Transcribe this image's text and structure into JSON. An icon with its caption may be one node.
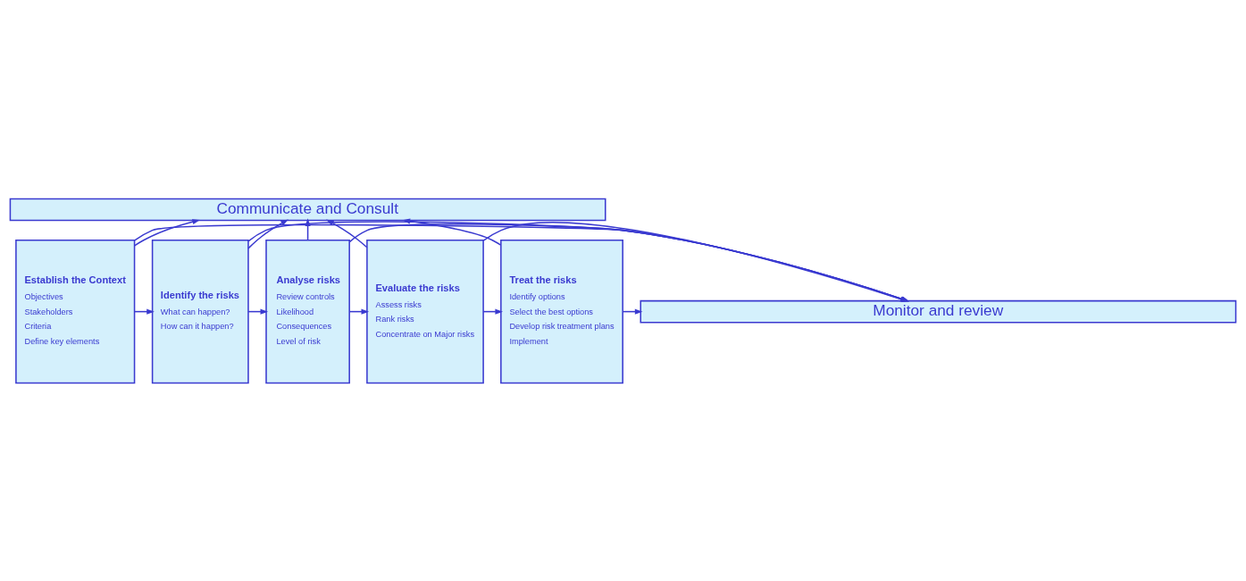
{
  "diagram": {
    "nodes": [
      {
        "text": [
          "Communicate and Consult"
        ]
      },
      {
        "text": [
          "Establish the Context",
          "Objectives",
          "Stakeholders",
          "Criteria",
          "Define key elements"
        ]
      },
      {
        "text": [
          "Identify the risks",
          "What can happen?",
          "How can it happen?"
        ]
      },
      {
        "text": [
          "Analyse risks",
          "Review controls",
          "Likelihood",
          "Consequences",
          "Level of risk"
        ]
      },
      {
        "text": [
          "Evaluate the risks",
          "Assess risks",
          "Rank risks",
          "Concentrate on Major risks"
        ]
      },
      {
        "text": [
          "Treat the risks",
          "Identify options",
          "Select the best options",
          "Develop risk treatment plans",
          "Implement"
        ]
      },
      {
        "text": [
          "Monitor and review"
        ]
      }
    ],
    "edges": [
      {
        "from": 1,
        "to": 0,
        "arrow": "to"
      },
      {
        "from": 2,
        "to": 0,
        "arrow": "to"
      },
      {
        "from": 3,
        "to": 0,
        "arrow": "to"
      },
      {
        "from": 4,
        "to": 0,
        "arrow": "to"
      },
      {
        "from": 5,
        "to": 0,
        "arrow": "to"
      },
      {
        "from": 1,
        "to": 2,
        "arrow": "to"
      },
      {
        "from": 2,
        "to": 3,
        "arrow": "to"
      },
      {
        "from": 3,
        "to": 4,
        "arrow": "to"
      },
      {
        "from": 4,
        "to": 5,
        "arrow": "to"
      },
      {
        "from": 1,
        "to": 6,
        "arrow": "to"
      },
      {
        "from": 2,
        "to": 6,
        "arrow": "to"
      },
      {
        "from": 3,
        "to": 6,
        "arrow": "to"
      },
      {
        "from": 4,
        "to": 6,
        "arrow": "to"
      },
      {
        "from": 5,
        "to": 6,
        "arrow": "to"
      }
    ]
  }
}
